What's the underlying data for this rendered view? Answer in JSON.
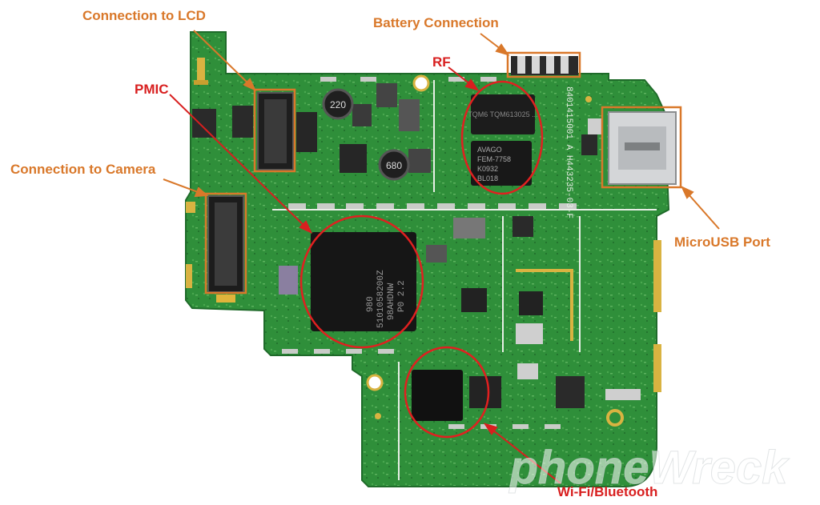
{
  "annotations": {
    "lcd": {
      "label": "Connection to LCD",
      "color": "#d9782a"
    },
    "battery": {
      "label": "Battery Connection",
      "color": "#d9782a"
    },
    "rf": {
      "label": "RF",
      "color": "#d81f1f"
    },
    "pmic": {
      "label": "PMIC",
      "color": "#d81f1f"
    },
    "camera": {
      "label": "Connection to Camera",
      "color": "#d9782a"
    },
    "usb": {
      "label": "MicroUSB Port",
      "color": "#d9782a"
    },
    "wifi": {
      "label": "Wi-Fi/Bluetooth",
      "color": "#d81f1f"
    }
  },
  "chips": {
    "rf_top": "TQM6 TQM613025 ...",
    "rf_bottom": [
      "AVAGO",
      "FEM-7758",
      "K0932",
      "BL018"
    ],
    "pmic": [
      "980",
      "5101058200Z",
      "98AHDNW",
      "P0 2.2"
    ],
    "inductor_1": "220",
    "inductor_2": "680",
    "board_code": "8401415001 A  H443235-03-F"
  },
  "watermark": "phoneWreck",
  "colors": {
    "pcb": "#2f8f3a",
    "pcb_dark": "#1f6b2a",
    "silk": "#e8efe6",
    "pad": "#c9ccc8",
    "gold": "#d9b341"
  }
}
